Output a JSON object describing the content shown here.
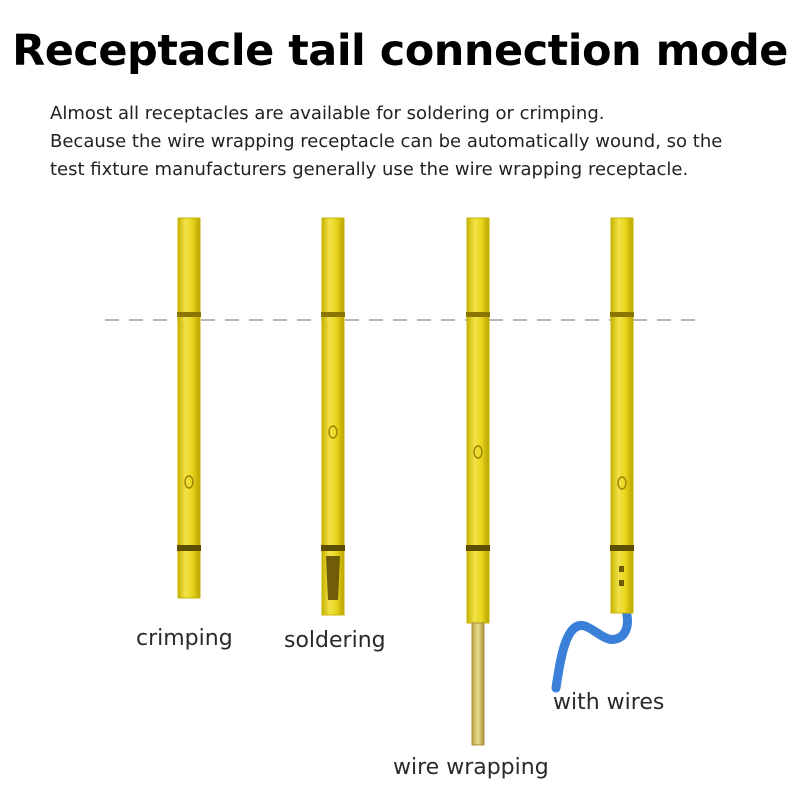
{
  "title": "Receptacle tail connection mode",
  "description": [
    "Almost all receptacles are available for soldering or crimping.",
    "Because the wire wrapping receptacle can be automatically wound, so the",
    "test fixture manufacturers generally use the wire wrapping receptacle."
  ],
  "receptacles": [
    {
      "label": "crimping"
    },
    {
      "label": "soldering"
    },
    {
      "label": "wire wrapping"
    },
    {
      "label": "with wires"
    }
  ],
  "colors": {
    "receptacle_body": "#e6d21c",
    "receptacle_edge": "#c9b200",
    "receptacle_band": "#6e5c00",
    "guide_line": "#b8b8b8",
    "wire": "#3a7fd8"
  }
}
